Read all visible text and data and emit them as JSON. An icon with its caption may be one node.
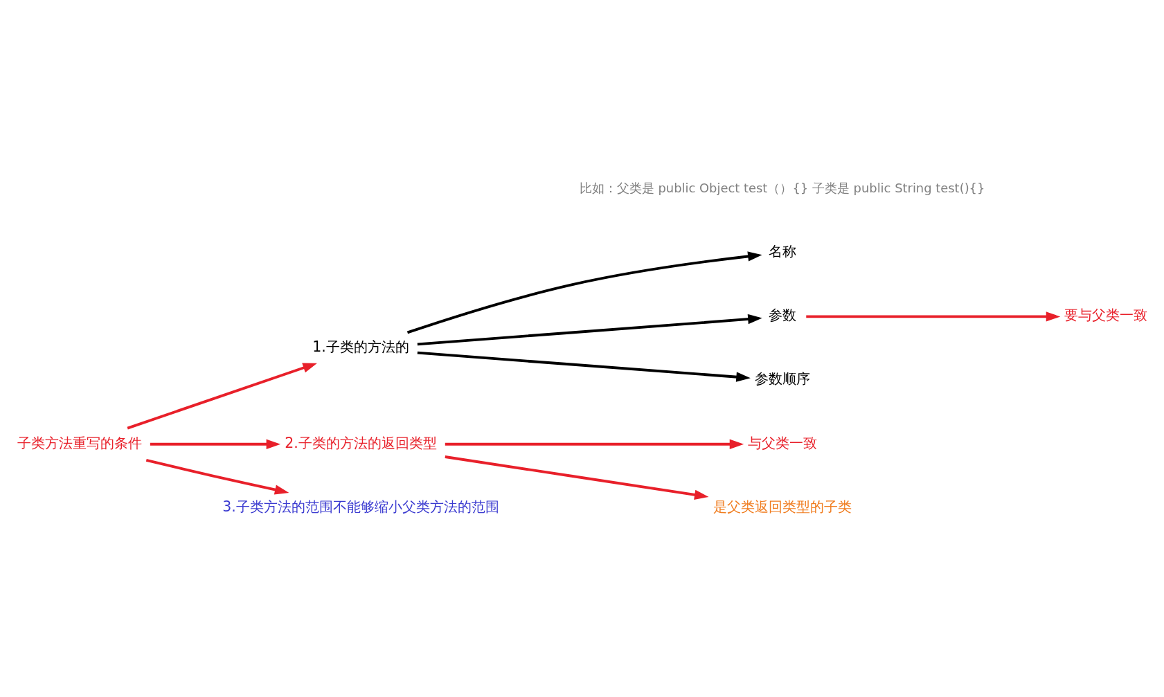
{
  "diagram": {
    "nodes": [
      {
        "text": [
          "子类方法重写的条件"
        ]
      },
      {
        "text": [
          "1.子类的方法的"
        ]
      },
      {
        "text": [
          "名称"
        ]
      },
      {
        "text": [
          "参数"
        ]
      },
      {
        "text": [
          "参数顺序"
        ]
      },
      {
        "text": [
          "要与父类一致"
        ]
      },
      {
        "text": [
          "2.子类的方法的返回类型"
        ]
      },
      {
        "text": [
          "与父类一致"
        ]
      },
      {
        "text": [
          "是父类返回类型的子类"
        ]
      },
      {
        "text": [
          "3.子类方法的范围不能够缩小父类方法的范围"
        ]
      }
    ],
    "edges": [
      {
        "from": 0,
        "to": 1,
        "arrow": "to"
      },
      {
        "from": 1,
        "to": 2,
        "arrow": "to",
        "color": "#000000"
      },
      {
        "from": 1,
        "to": 3,
        "arrow": "to",
        "color": "#000000"
      },
      {
        "from": 1,
        "to": 4,
        "arrow": "to",
        "color": "#000000"
      },
      {
        "from": 3,
        "to": 5,
        "arrow": "to"
      },
      {
        "from": 0,
        "to": 6,
        "arrow": "to"
      },
      {
        "from": 6,
        "to": 7,
        "arrow": "to"
      },
      {
        "from": 6,
        "to": 8,
        "arrow": "to"
      },
      {
        "from": 0,
        "to": 9,
        "arrow": "to"
      }
    ],
    "labels": [
      "比如：父类是 public Object test（）{} 子类是 public String test(){}"
    ]
  }
}
